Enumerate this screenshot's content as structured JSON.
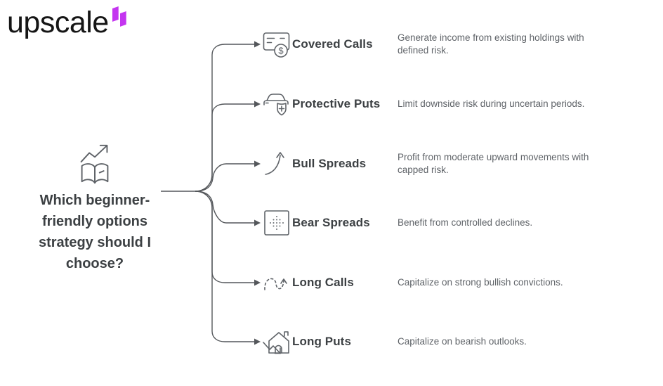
{
  "logo": {
    "text": "upscale",
    "mark": "double-bar-magenta"
  },
  "colors": {
    "accent": "#c435f0",
    "heading_text": "#3c4043",
    "body_text": "#5f6368",
    "connector": "#54575b"
  },
  "center": {
    "icon": "open-book-trend-arrow",
    "question": "Which beginner-friendly options strategy should I choose?"
  },
  "branches": [
    {
      "icon": "credit-card-dollar",
      "title": "Covered Calls",
      "description": "Generate income from existing holdings with defined risk."
    },
    {
      "icon": "car-shield-plus",
      "title": "Protective Puts",
      "description": "Limit downside risk during uncertain periods."
    },
    {
      "icon": "curved-up-arrow",
      "title": "Bull Spreads",
      "description": "Profit from moderate upward movements with capped risk."
    },
    {
      "icon": "dotted-grid-square",
      "title": "Bear Spreads",
      "description": "Benefit from controlled declines."
    },
    {
      "icon": "dashed-winding-path-up-arrow",
      "title": "Long Calls",
      "description": "Capitalize on strong bullish convictions."
    },
    {
      "icon": "house-down-arrow",
      "title": "Long Puts",
      "description": "Capitalize on bearish outlooks."
    }
  ]
}
